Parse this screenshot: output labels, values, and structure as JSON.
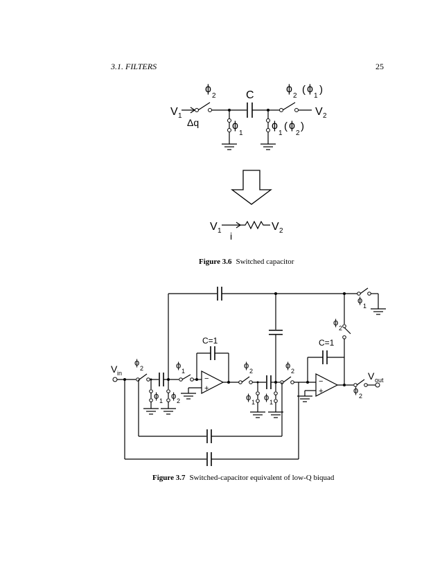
{
  "header": {
    "section": "3.1.  FILTERS",
    "page_number": "25"
  },
  "figure_3_6": {
    "caption_number": "Figure 3.6",
    "caption_text": "Switched capacitor",
    "labels": {
      "v1": "V",
      "v1_sub": "1",
      "v2": "V",
      "v2_sub": "2",
      "phi": "ϕ",
      "s1": "1",
      "s2": "2",
      "cap": "C",
      "dq": "Δq",
      "paren_open": "(",
      "paren_close": ")",
      "current": "i"
    }
  },
  "figure_3_7": {
    "caption_number": "Figure 3.7",
    "caption_text": "Switched-capacitor equivalent of low-Q biquad",
    "labels": {
      "vin": "V",
      "vin_sub": "in",
      "vout": "V",
      "vout_sub": "out",
      "c1": "C=1",
      "phi": "ϕ",
      "s1": "1",
      "s2": "2",
      "minus": "−",
      "plus": "+"
    }
  }
}
